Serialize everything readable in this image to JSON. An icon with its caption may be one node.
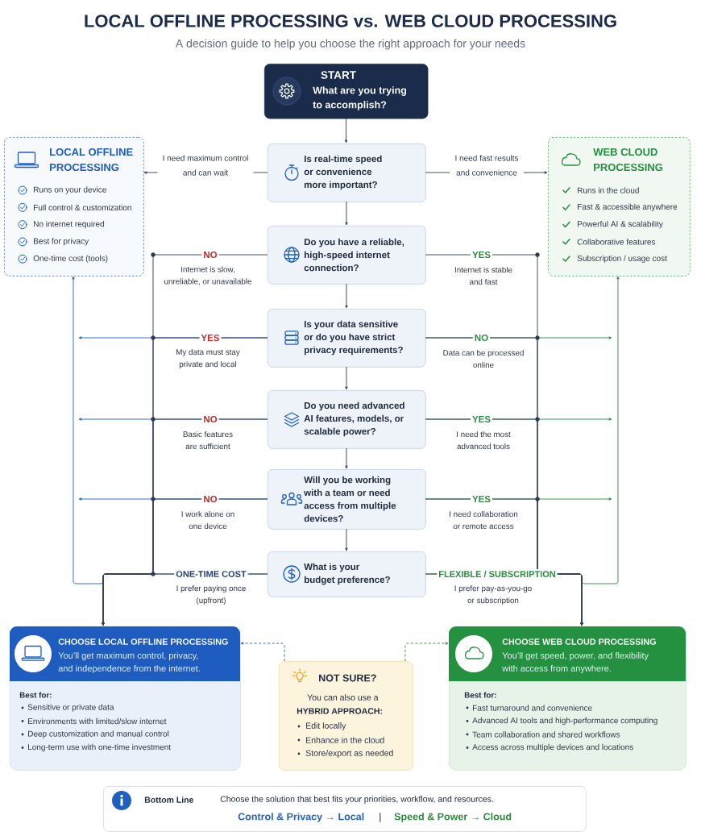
{
  "diagram": {
    "title": "LOCAL OFFLINE PROCESSING vs. WEB CLOUD PROCESSING",
    "nodes": [
      {
        "text": [
          "START",
          "What are you trying to accomplish?"
        ]
      },
      {
        "text": [
          "LOCAL OFFLINE PROCESSING",
          "Runs on your device",
          "Full control & customization",
          "No internet required",
          "Best for privacy",
          "One-time cost (tools)"
        ]
      },
      {
        "text": [
          "Is real-time speed or convenience more important?"
        ]
      },
      {
        "text": [
          "WEB CLOUD PROCESSING",
          "Runs in the cloud",
          "Fast & accessible anywhere",
          "Powerful AI & scalability",
          "Collaborative features",
          "Subscription / usage cost"
        ]
      },
      {
        "text": [
          "Do you have a reliable, high-speed internet connection?"
        ]
      },
      {
        "text": [
          "Is your data sensitive or do you have strict privacy requirements?"
        ]
      },
      {
        "text": [
          "Do you need advanced AI features, models, or scalable power?"
        ]
      },
      {
        "text": [
          "Will you be working with a team or need access from multiple devices?"
        ]
      },
      {
        "text": [
          "What is your budget preference?"
        ]
      },
      {
        "text": [
          "CHOOSE LOCAL OFFLINE PROCESSING",
          "You’ll get maximum control, privacy, and independence from the internet.",
          "Best for:",
          "Sensitive or private data",
          "Environments with limited/slow internet",
          "Deep customization and manual control",
          "Long-term use with one-time investment"
        ]
      },
      {
        "text": [
          "NOT SURE?",
          "You can also use a",
          "HYBRID APPROACH:",
          "Edit locally",
          "Enhance in the cloud",
          "Store/export as needed"
        ]
      },
      {
        "text": [
          "CHOOSE WEB CLOUD PROCESSING",
          "You’ll get speed, power, and flexibility with access from anywhere.",
          "Best for:",
          "Fast turnaround and convenience",
          "Advanced AI tools and high-performance computing",
          "Team collaboration and shared workflows",
          "Access across multiple devices and locations"
        ]
      },
      {
        "text": [
          "Bottom Line",
          "Choose the solution that best fits your priorities, workflow, and resources.",
          "Control & Privacy → Local",
          "|",
          "Speed & Power → Cloud"
        ]
      }
    ],
    "edges": [
      {
        "from": 0,
        "to": 2,
        "arrow": "to"
      },
      {
        "from": 2,
        "to": 1,
        "arrow": "to",
        "label": "I need maximum control and can wait"
      },
      {
        "from": 2,
        "to": 3,
        "arrow": "to",
        "label": "I need fast results and convenience"
      },
      {
        "from": 2,
        "to": 4,
        "arrow": "to"
      },
      {
        "from": 4,
        "to": 5,
        "arrow": "to"
      },
      {
        "from": 5,
        "to": 6,
        "arrow": "to"
      },
      {
        "from": 6,
        "to": 7,
        "arrow": "to"
      },
      {
        "from": 7,
        "to": 8,
        "arrow": "to"
      },
      {
        "from": 4,
        "to": 9,
        "arrow": "to",
        "label": "NO"
      },
      {
        "from": 4,
        "to": 11,
        "arrow": "to",
        "label": "YES"
      },
      {
        "from": 5,
        "to": 9,
        "arrow": "to",
        "label": "YES"
      },
      {
        "from": 5,
        "to": 11,
        "arrow": "to",
        "label": "NO"
      },
      {
        "from": 6,
        "to": 9,
        "arrow": "to",
        "label": "NO"
      },
      {
        "from": 6,
        "to": 11,
        "arrow": "to",
        "label": "YES"
      },
      {
        "from": 7,
        "to": 9,
        "arrow": "to",
        "label": "NO"
      },
      {
        "from": 7,
        "to": 11,
        "arrow": "to",
        "label": "YES"
      },
      {
        "from": 8,
        "to": 9,
        "arrow": "to",
        "label": "ONE-TIME COST"
      },
      {
        "from": 8,
        "to": 11,
        "arrow": "to",
        "label": "FLEXIBLE / SUBSCRIPTION"
      },
      {
        "from": 8,
        "to": 1,
        "arrow": "to",
        "color": "#1f5fbf"
      },
      {
        "from": 8,
        "to": 3,
        "arrow": "to",
        "color": "#2b8a3e"
      },
      {
        "from": 5,
        "to": null,
        "arrow": "to",
        "color": "#1f5fbf"
      },
      {
        "from": 6,
        "to": null,
        "arrow": "to",
        "color": "#1f5fbf"
      },
      {
        "from": 7,
        "to": null,
        "arrow": "to",
        "color": "#1f5fbf"
      },
      {
        "from": 5,
        "to": null,
        "arrow": "to",
        "color": "#2b8a3e"
      },
      {
        "from": 6,
        "to": null,
        "arrow": "to",
        "color": "#2b8a3e"
      },
      {
        "from": 7,
        "to": null,
        "arrow": "to",
        "color": "#2b8a3e"
      },
      {
        "from": 10,
        "to": 9,
        "arrow": "to",
        "style": "dashed",
        "color": "#1f5fbf"
      },
      {
        "from": 10,
        "to": 11,
        "arrow": "to",
        "style": "dashed",
        "color": "#2b8a3e"
      }
    ],
    "labels": [
      "A decision guide to help you choose the right approach for your needs",
      "Internet is slow, unreliable, or unavailable",
      "Internet is stable and fast",
      "My data must stay private and local",
      "Data can be processed online",
      "Basic features are sufficient",
      "I need the most advanced tools",
      "I work alone on one device",
      "I need collaboration or remote access",
      "I prefer paying once (upfront)",
      "I prefer pay-as-you-go or subscription"
    ]
  }
}
